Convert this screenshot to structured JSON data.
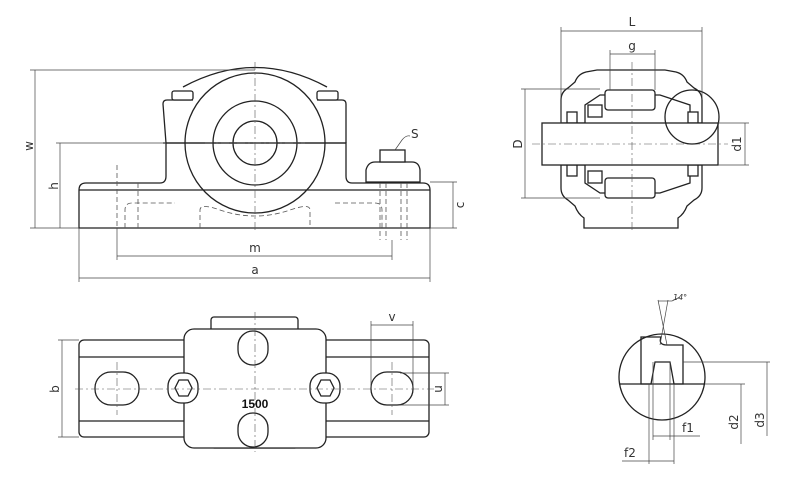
{
  "drawing": {
    "front_view": {
      "labels": {
        "w": "w",
        "h": "h",
        "c": "c",
        "m": "m",
        "a": "a",
        "s": "S"
      }
    },
    "side_view": {
      "labels": {
        "L": "L",
        "g": "g",
        "D": "D",
        "d1": "d1"
      }
    },
    "top_view": {
      "marking": "1500",
      "labels": {
        "b": "b",
        "v": "v",
        "u": "u"
      }
    },
    "seal_detail": {
      "angle": "14°",
      "labels": {
        "f1": "f1",
        "f2": "f2",
        "d2": "d2",
        "d3": "d3"
      }
    },
    "colors": {
      "line": "#222222",
      "background": "#ffffff"
    }
  }
}
